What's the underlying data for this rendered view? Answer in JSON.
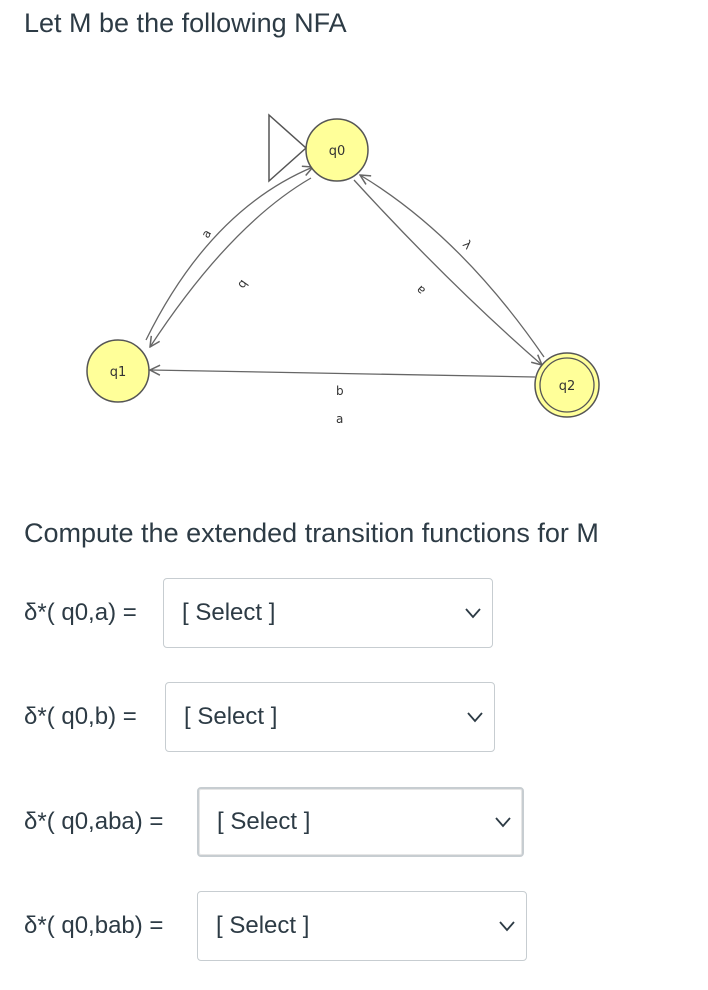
{
  "heading": "Let M be the following NFA",
  "diagram": {
    "states": {
      "q0": "q0",
      "q1": "q1",
      "q2": "q2"
    },
    "edge_labels": {
      "q1_to_q0": "a",
      "q0_to_q1": "b",
      "q0_to_q2": "a",
      "q2_to_q0": "λ",
      "q2_to_q1_b": "b",
      "q2_to_q1_a": "a"
    },
    "colors": {
      "state_fill": "#ffff99",
      "state_stroke": "#555555",
      "edge": "#666666"
    }
  },
  "subheading": "Compute the extended transition functions for M",
  "questions": [
    {
      "label": "δ*( q0,a) =",
      "selected": "[ Select ]"
    },
    {
      "label": "δ*( q0,b) =",
      "selected": "[ Select ]"
    },
    {
      "label": "δ*( q0,aba) =",
      "selected": "[ Select ]"
    },
    {
      "label": "δ*( q0,bab) =",
      "selected": "[ Select ]"
    }
  ]
}
